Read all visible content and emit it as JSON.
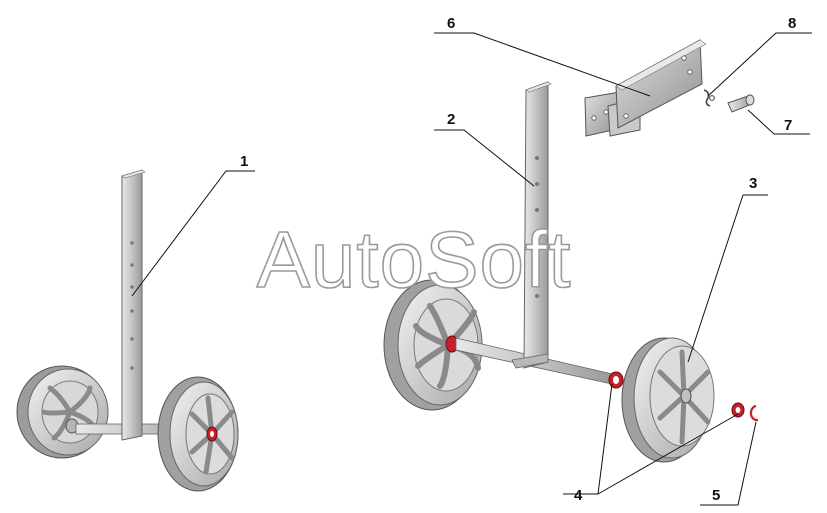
{
  "watermark": {
    "text": "AutoSoft"
  },
  "callouts": [
    {
      "id": "1",
      "label": "1"
    },
    {
      "id": "2",
      "label": "2"
    },
    {
      "id": "3",
      "label": "3"
    },
    {
      "id": "4",
      "label": "4"
    },
    {
      "id": "5",
      "label": "5"
    },
    {
      "id": "6",
      "label": "6"
    },
    {
      "id": "7",
      "label": "7"
    },
    {
      "id": "8",
      "label": "8"
    }
  ],
  "colors": {
    "metal": "#c9c9c9",
    "metal_dark": "#8e8e8e",
    "washer": "#c8202a",
    "line": "#111111",
    "watermark_stroke": "#9a9a9a"
  }
}
